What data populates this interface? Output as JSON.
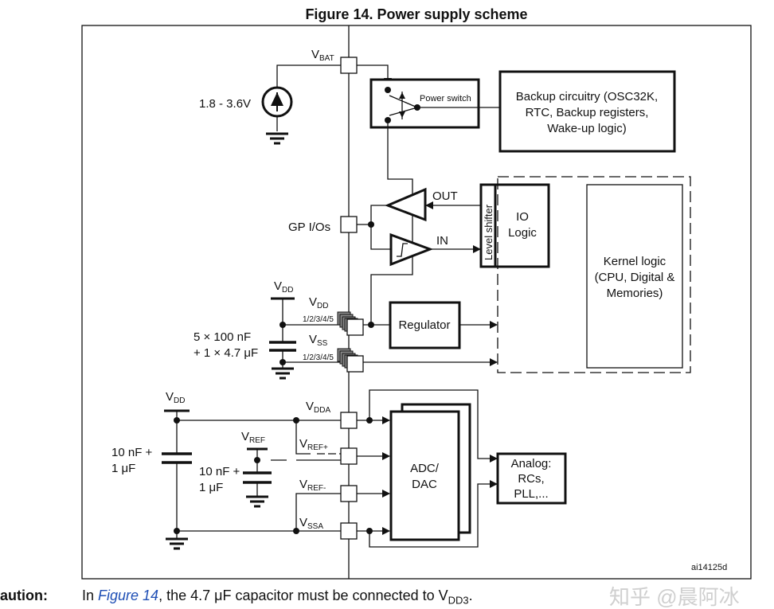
{
  "figure": {
    "title": "Figure 14. Power supply scheme",
    "battery_voltage": "1.8 - 3.6V",
    "vbat": {
      "main": "V",
      "sub": "BAT"
    },
    "power_switch": "Power switch",
    "backup_circuitry": [
      "Backup circuitry (OSC32K,",
      "RTC, Backup registers,",
      "Wake-up logic)"
    ],
    "out_label": "OUT",
    "in_label": "IN",
    "gpio_label": "GP I/Os",
    "level_shifter": "Level shifter",
    "io_logic": [
      "IO",
      "Logic"
    ],
    "kernel_logic": [
      "Kernel logic",
      "(CPU, Digital &",
      "Memories)"
    ],
    "vdd_top": {
      "main": "V",
      "sub": "DD"
    },
    "vdd_pin": {
      "main": "V",
      "sub": "DD"
    },
    "vss_pin": {
      "main": "V",
      "sub": "SS"
    },
    "pin_numbers_vdd": "1/2/3/4/5",
    "pin_numbers_vss": "1/2/3/4/5",
    "decoupling_caps": [
      "5 × 100 nF",
      "+ 1 × 4.7 μF"
    ],
    "regulator": "Regulator",
    "vdd_analog_supply": {
      "main": "V",
      "sub": "DD"
    },
    "analog_caps": [
      "10 nF +",
      "1 μF"
    ],
    "vref": {
      "main": "V",
      "sub": "REF"
    },
    "vref_caps": [
      "10 nF +",
      "1 μF"
    ],
    "vdda": {
      "main": "V",
      "sub": "DDA"
    },
    "vref_plus": {
      "main": "V",
      "sub": "REF+"
    },
    "vref_minus": {
      "main": "V",
      "sub": "REF-"
    },
    "vssa": {
      "main": "V",
      "sub": "SSA"
    },
    "adc_dac": [
      "ADC/",
      "DAC"
    ],
    "analog_block": [
      "Analog:",
      "RCs,",
      "PLL,..."
    ],
    "figure_id": "ai14125d",
    "watermark": "知乎 @晨阿冰"
  },
  "caution": {
    "label": "Caution:",
    "text_before": "In ",
    "link": "Figure 14",
    "text_after": ", the 4.7 μF capacitor must be connected to V",
    "sub": "DD3",
    "end": "."
  },
  "colors": {
    "link": "#1f4fb5",
    "lines": "#111111"
  }
}
